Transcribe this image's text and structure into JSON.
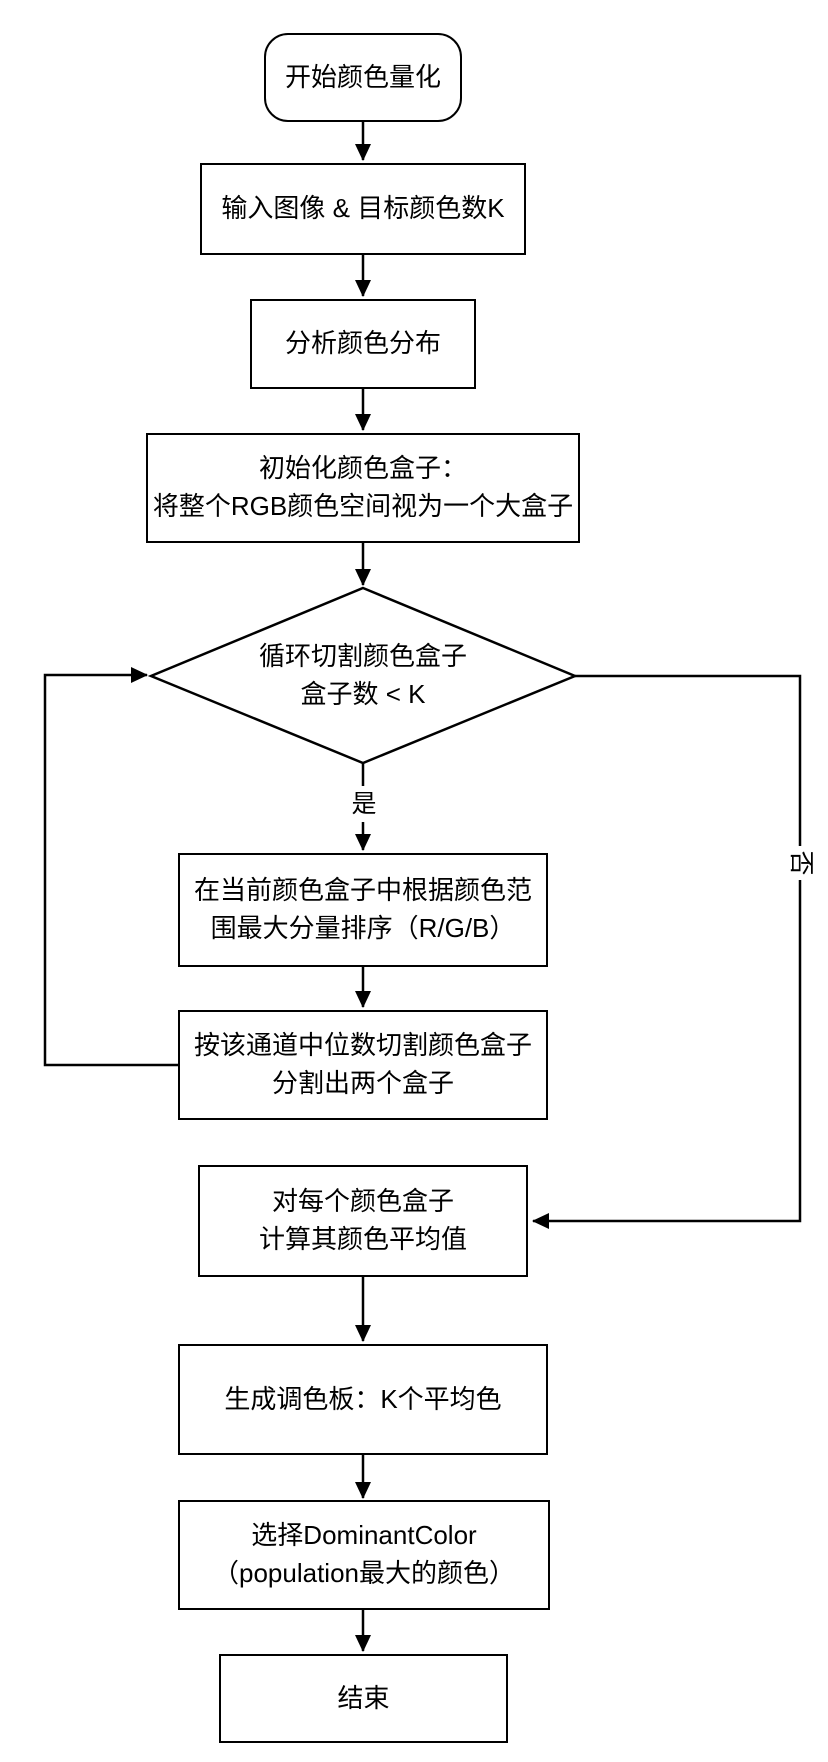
{
  "diagram": {
    "kind": "flowchart",
    "colors": {
      "stroke": "#000000",
      "node_fill": "#ffffff",
      "background": "#ffffff",
      "text": "#000000"
    },
    "nodes": {
      "start": {
        "label": "开始颜色量化",
        "shape": "rounded-rect"
      },
      "input": {
        "label": "输入图像 & 目标颜色数K",
        "shape": "rect"
      },
      "analyze": {
        "label": "分析颜色分布",
        "shape": "rect"
      },
      "init": {
        "label": "初始化颜色盒子：\n将整个RGB颜色空间视为一个大盒子",
        "shape": "rect"
      },
      "loop_decision": {
        "label": "循环切割颜色盒子\n盒子数 < K",
        "shape": "diamond"
      },
      "sort": {
        "label": "在当前颜色盒子中根据颜色范\n围最大分量排序（R/G/B）",
        "shape": "rect"
      },
      "split": {
        "label": "按该通道中位数切割颜色盒子\n分割出两个盒子",
        "shape": "rect"
      },
      "average": {
        "label": "对每个颜色盒子\n计算其颜色平均值",
        "shape": "rect"
      },
      "palette": {
        "label": "生成调色板：K个平均色",
        "shape": "rect"
      },
      "dominant": {
        "label": "选择DominantColor\n（population最大的颜色）",
        "shape": "rect"
      },
      "end": {
        "label": "结束",
        "shape": "rect"
      }
    },
    "edge_labels": {
      "yes": "是",
      "no": "否"
    }
  }
}
